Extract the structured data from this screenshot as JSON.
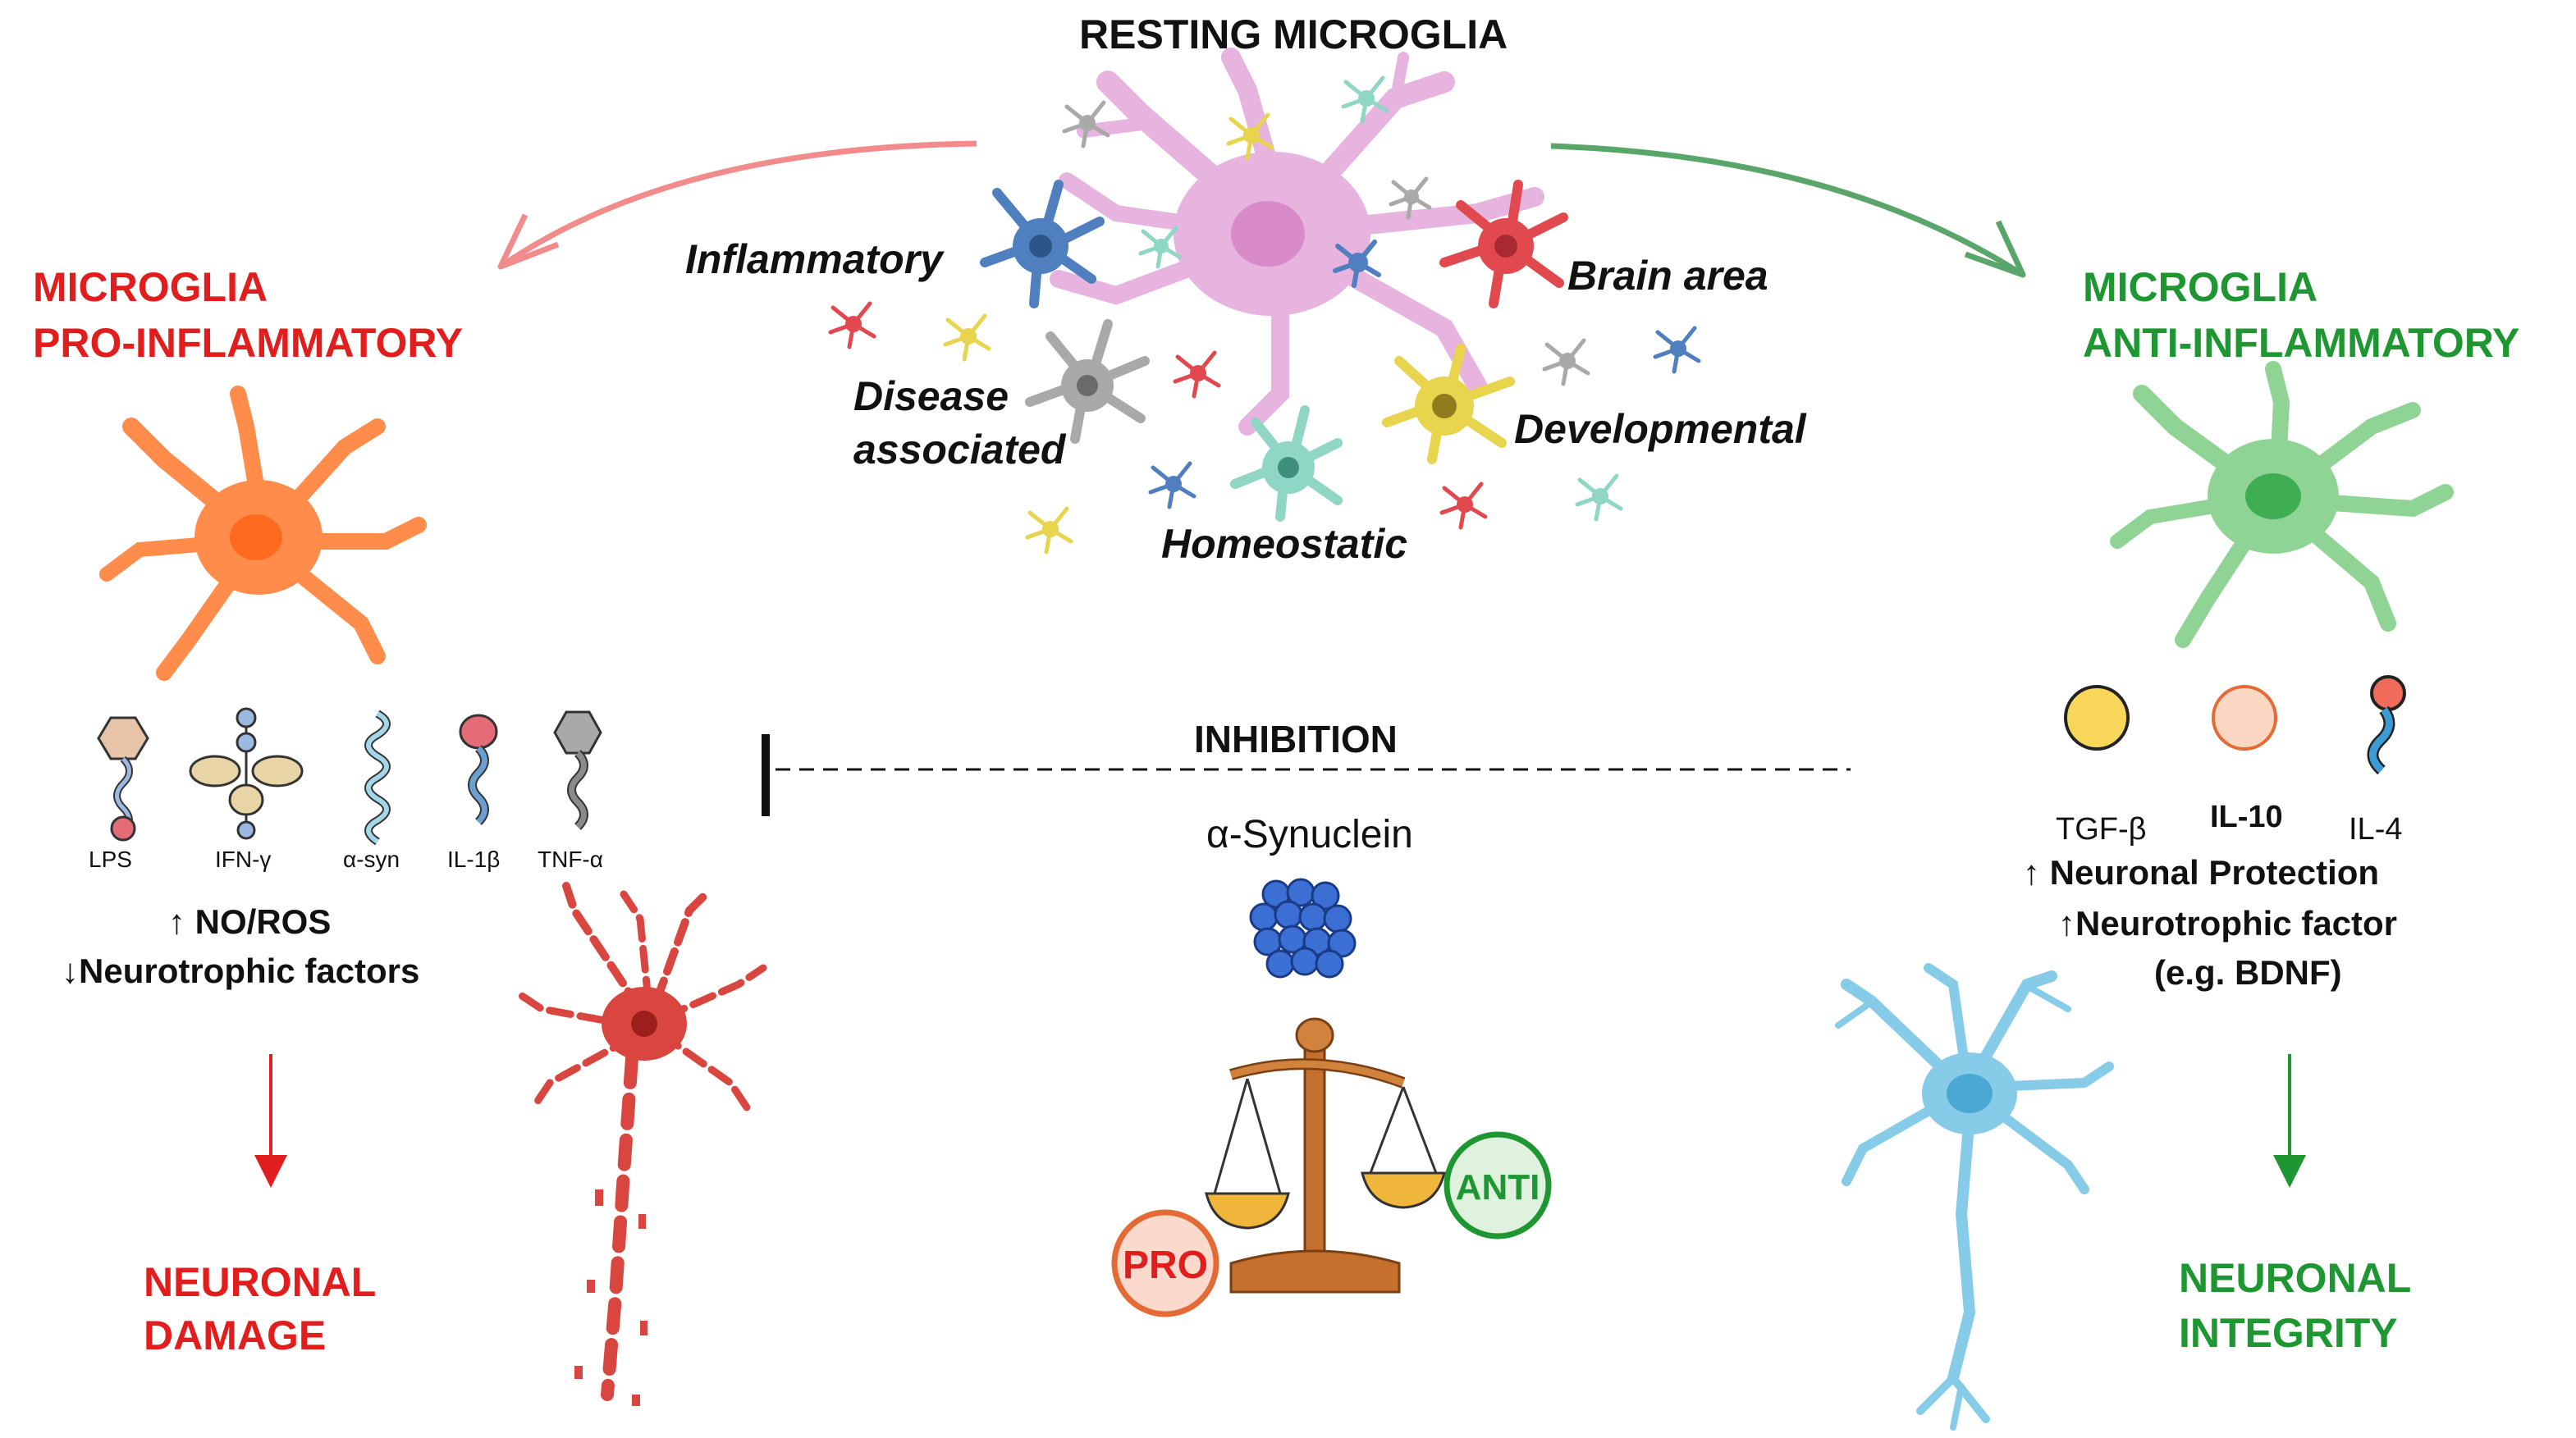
{
  "title": "RESTING MICROGLIA",
  "phenotypes": {
    "inflammatory": "Inflammatory",
    "brain_area": "Brain area",
    "disease_1": "Disease",
    "disease_2": "associated",
    "developmental": "Developmental",
    "homeostatic": "Homeostatic"
  },
  "pro": {
    "title_1": "MICROGLIA",
    "title_2": "PRO-INFLAMMATORY",
    "molecules": [
      "LPS",
      "IFN-γ",
      "α-syn",
      "IL-1β",
      "TNF-α"
    ],
    "effect_1": "↑ NO/ROS",
    "effect_2": "↓Neurotrophic factors",
    "outcome_1": "NEURONAL",
    "outcome_2": "DAMAGE"
  },
  "anti": {
    "title_1": "MICROGLIA",
    "title_2": "ANTI-INFLAMMATORY",
    "molecules": [
      "TGF-β",
      "IL-10",
      "IL-4"
    ],
    "effect_1": "↑ Neuronal Protection",
    "effect_2": "↑Neurotrophic factor",
    "effect_3": "(e.g. BDNF)",
    "outcome_1": "NEURONAL",
    "outcome_2": "INTEGRITY"
  },
  "center": {
    "inhibition": "INHIBITION",
    "synuclein": "α-Synuclein",
    "pro_badge": "PRO",
    "anti_badge": "ANTI"
  },
  "colors": {
    "pro": "#e11d1d",
    "anti": "#1e9632",
    "pro_cell": "#ff8c4a",
    "anti_cell": "#8fd494",
    "resting_cell": "#e7b3df",
    "neuron_healthy": "#86cbe8",
    "neuron_damaged": "#d9463f",
    "synuclein": "#3b6fd4"
  }
}
